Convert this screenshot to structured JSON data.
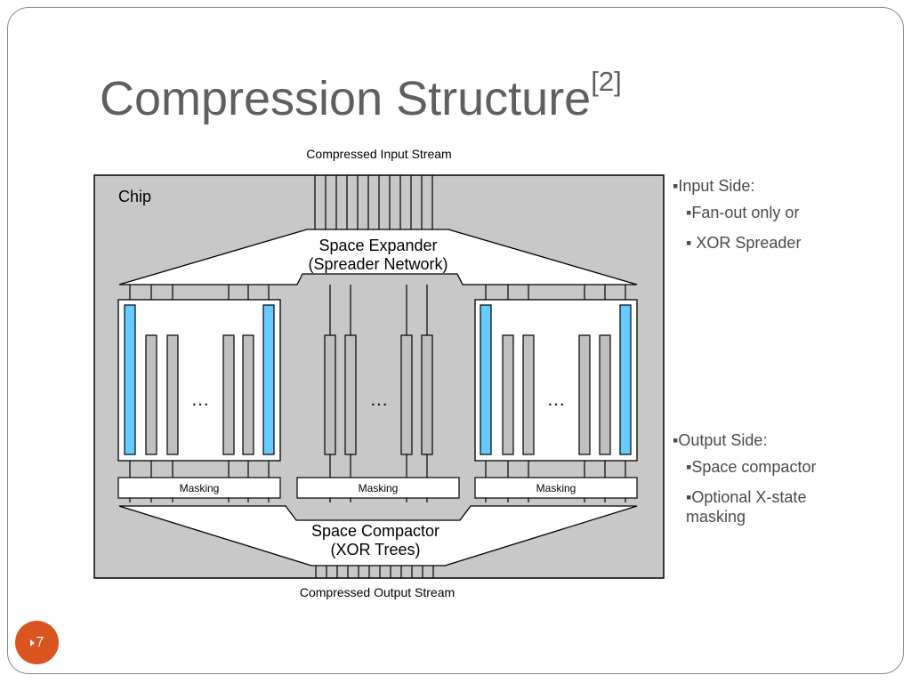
{
  "slide": {
    "title": "Compression Structure",
    "citation": "[2]",
    "page_number": "7"
  },
  "diagram": {
    "input_stream_label": "Compressed Input Stream",
    "output_stream_label": "Compressed Output Stream",
    "chip_label": "Chip",
    "expander_line1": "Space Expander",
    "expander_line2": "(Spreader Network)",
    "compactor_line1": "Space Compactor",
    "compactor_line2": "(XOR Trees)",
    "masking_labels": [
      "Masking",
      "Masking",
      "Masking"
    ],
    "ellipsis": "…",
    "colors": {
      "chip_fill": "#c8c8c8",
      "scan_chain_gray": "#c0c0c0",
      "scan_chain_blue": "#66ccff",
      "stroke": "#000000"
    }
  },
  "notes": {
    "input_side": "▪Input Side:",
    "fan_out": "▪Fan-out only or",
    "xor_spreader": "▪ XOR Spreader",
    "output_side": "▪Output Side:",
    "space_compactor": "▪Space compactor",
    "x_state_line1": "▪Optional X-state",
    "x_state_line2": "masking"
  }
}
